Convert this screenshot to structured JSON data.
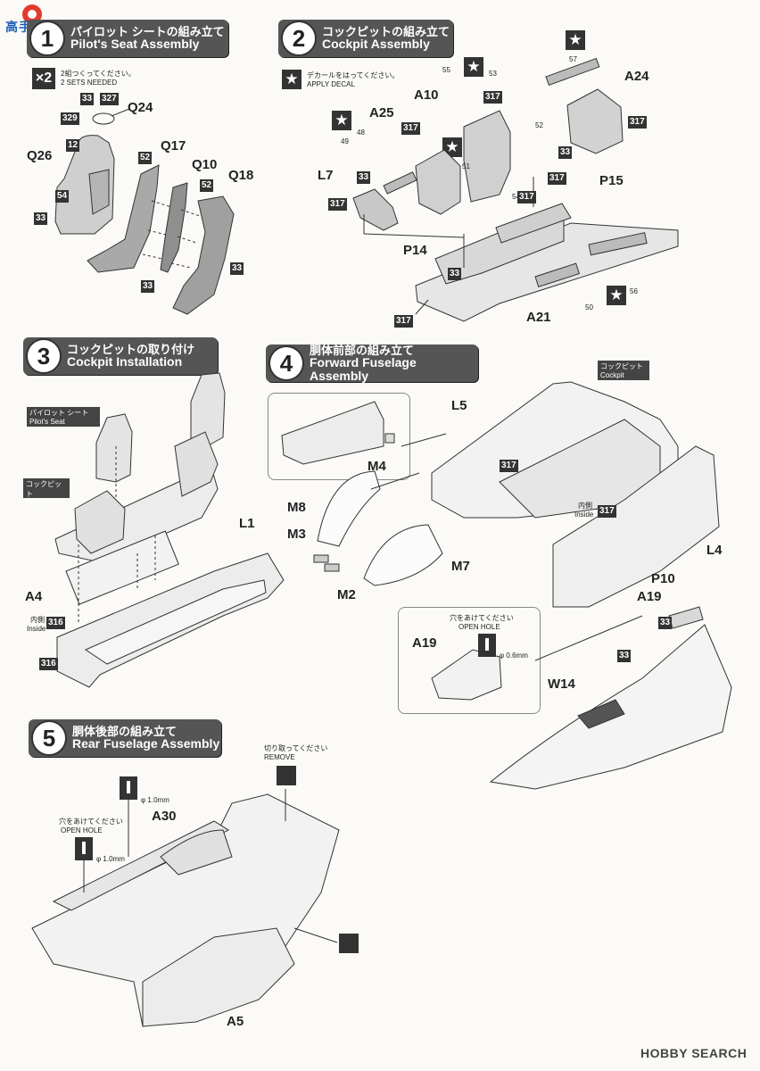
{
  "watermark": {
    "site_logo_text": "高手网"
  },
  "steps": [
    {
      "number": "1",
      "title_jp": "パイロット シートの組み立て",
      "title_en": "Pilot's Seat Assembly"
    },
    {
      "number": "2",
      "title_jp": "コックピットの組み立て",
      "title_en": "Cockpit Assembly"
    },
    {
      "number": "3",
      "title_jp": "コックピットの取り付け",
      "title_en": "Cockpit Installation"
    },
    {
      "number": "4",
      "title_jp": "胴体前部の組み立て",
      "title_en": "Forward Fuselage Assembly"
    },
    {
      "number": "5",
      "title_jp": "胴体後部の組み立て",
      "title_en": "Rear Fuselage Assembly"
    }
  ],
  "step1": {
    "multiplier": "×2",
    "note_jp": "2組つくってください。",
    "note_en": "2 SETS NEEDED",
    "parts": [
      "Q24",
      "Q26",
      "Q17",
      "Q10",
      "Q18"
    ],
    "colors": [
      "33",
      "327",
      "329",
      "12",
      "52",
      "54",
      "52",
      "33",
      "33",
      "33"
    ]
  },
  "step2": {
    "decal_jp": "デカールをはってください。",
    "decal_en": "APPLY DECAL",
    "star": "★",
    "parts": [
      "A10",
      "A25",
      "A24",
      "L7",
      "P15",
      "P14",
      "A21"
    ],
    "decals": [
      "55",
      "53",
      "57",
      "52",
      "48",
      "49",
      "51",
      "54",
      "56",
      "50"
    ],
    "colors": [
      "317",
      "317",
      "33",
      "317",
      "33",
      "317",
      "33",
      "317",
      "317",
      "317"
    ]
  },
  "step3": {
    "pilot_seat_jp": "パイロット シート",
    "pilot_seat_en": "Pilot's Seat",
    "cockpit_jp": "コックピット",
    "cockpit_en": "Cockpit",
    "inside_jp": "内側",
    "inside_en": "Inside",
    "parts": [
      "L1",
      "A4"
    ],
    "colors": [
      "316",
      "316"
    ]
  },
  "step4": {
    "cockpit_jp": "コックピット",
    "cockpit_en": "Cockpit",
    "inside_jp": "内側",
    "inside_en": "Inside",
    "open_hole_jp": "穴をあけてください",
    "open_hole_en": "OPEN HOLE",
    "hole_size": "φ 0.6mm",
    "parts": [
      "L5",
      "M4",
      "M8",
      "M3",
      "M2",
      "M7",
      "L4",
      "P10",
      "A19",
      "A19",
      "W14"
    ],
    "colors": [
      "317",
      "317",
      "33",
      "33"
    ]
  },
  "step5": {
    "open_hole_jp": "穴をあけてください",
    "open_hole_en": "OPEN HOLE",
    "hole_size_1": "φ 1.0mm",
    "hole_size_2": "φ 1.0mm",
    "remove_jp": "切り取ってください",
    "remove_en": "REMOVE",
    "parts": [
      "A30",
      "A5"
    ]
  },
  "footer": {
    "logo": "HOBBY SEARCH"
  }
}
